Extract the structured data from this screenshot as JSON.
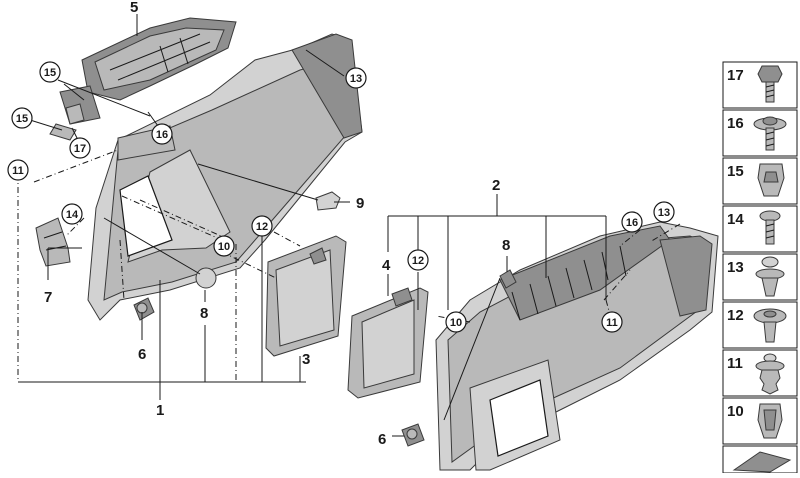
{
  "callouts": {
    "c1": "1",
    "c2": "2",
    "c3": "3",
    "c4": "4",
    "c5": "5",
    "c6": "6",
    "c6b": "6",
    "c7": "7",
    "c8": "8",
    "c8b": "8",
    "c9": "9",
    "c10": "10",
    "c10b": "10",
    "c11": "11",
    "c11b": "11",
    "c12": "12",
    "c12b": "12",
    "c13": "13",
    "c13b": "13",
    "c14": "14",
    "c15": "15",
    "c15b": "15",
    "c16": "16",
    "c16b": "16",
    "c17": "17"
  },
  "legend": [
    "17",
    "16",
    "15",
    "14",
    "13",
    "12",
    "11",
    "10"
  ]
}
